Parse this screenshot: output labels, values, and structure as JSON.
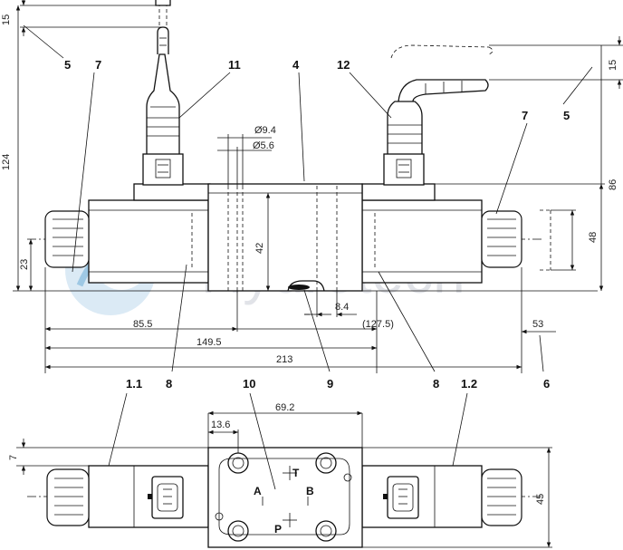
{
  "watermark": "Hydrotech",
  "callouts": {
    "c5_left": "5",
    "c7_left": "7",
    "c11": "11",
    "c4": "4",
    "c12": "12",
    "c5_right": "5",
    "c7_right": "7",
    "c8_left": "8",
    "c9": "9",
    "c8_right": "8",
    "c6": "6",
    "c1_1": "1.1",
    "c10": "10",
    "c1_2": "1.2"
  },
  "dimensions": {
    "d15_left": "15",
    "d124": "124",
    "d23": "23",
    "d9_4": "Ø9.4",
    "d5_6": "Ø5.6",
    "d42": "42",
    "d15_right": "15",
    "d86": "86",
    "d48": "48",
    "d8_4": "8.4",
    "d127_5": "(127.5)",
    "d85_5": "85.5",
    "d53": "53",
    "d149_5": "149.5",
    "d213": "213",
    "d69_2": "69.2",
    "d13_6": "13.6",
    "d7": "7",
    "d45": "45"
  },
  "ports": {
    "T": "T",
    "A": "A",
    "B": "B",
    "P": "P"
  }
}
